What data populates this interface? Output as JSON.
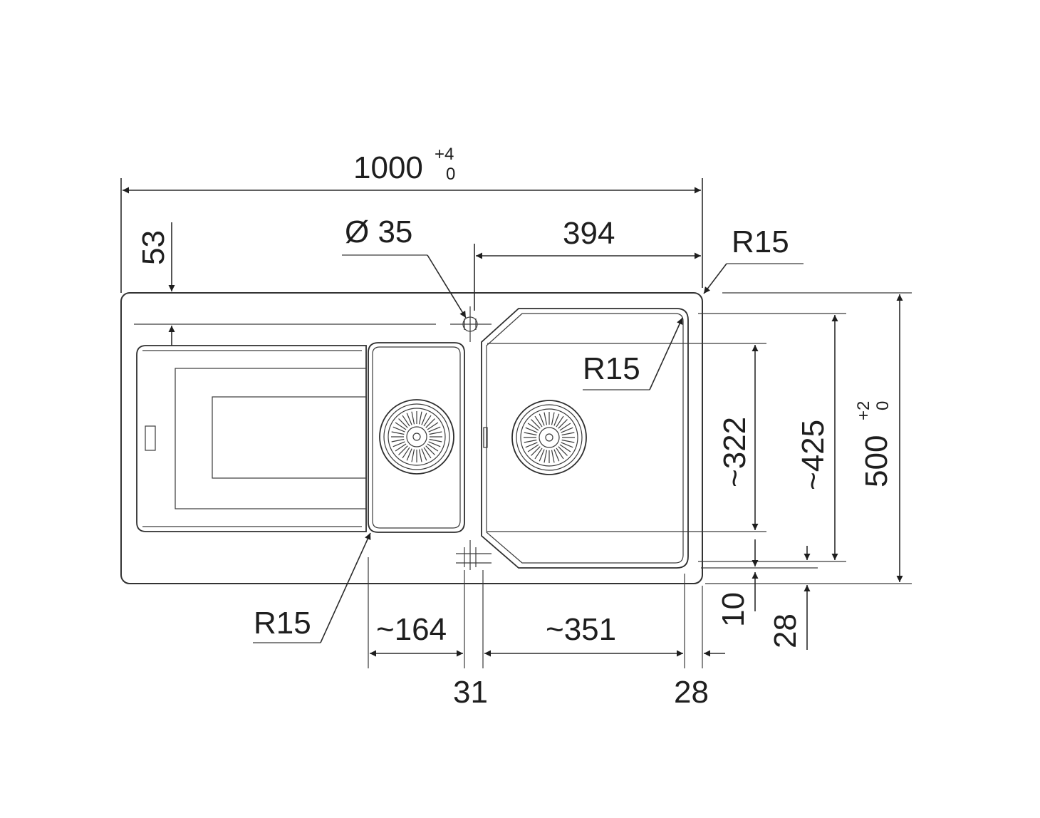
{
  "dimensions": {
    "overall_width": "1000",
    "overall_width_tol_upper": "+4",
    "overall_width_tol_lower": "0",
    "overall_depth": "500",
    "overall_depth_tol_upper": "+2",
    "overall_depth_tol_lower": "0",
    "tap_hole_offset": "53",
    "tap_hole_diameter": "Ø 35",
    "main_bowl_offset": "394",
    "corner_radius_outer": "R15",
    "corner_radius_main_bowl": "R15",
    "corner_radius_small_bowl": "R15",
    "main_bowl_depth": "~322",
    "outer_inner_depth": "~425",
    "small_bowl_width": "~164",
    "main_bowl_width": "~351",
    "bowl_gap": "31",
    "right_margin": "28",
    "bottom_margin_10": "10",
    "bottom_margin_28": "28"
  },
  "colors": {
    "line": "#2b2b2b",
    "text": "#1e1e1e",
    "background": "#ffffff"
  },
  "icons": [
    "tap-hole-crosshair-icon",
    "strainer-waste-icon"
  ]
}
